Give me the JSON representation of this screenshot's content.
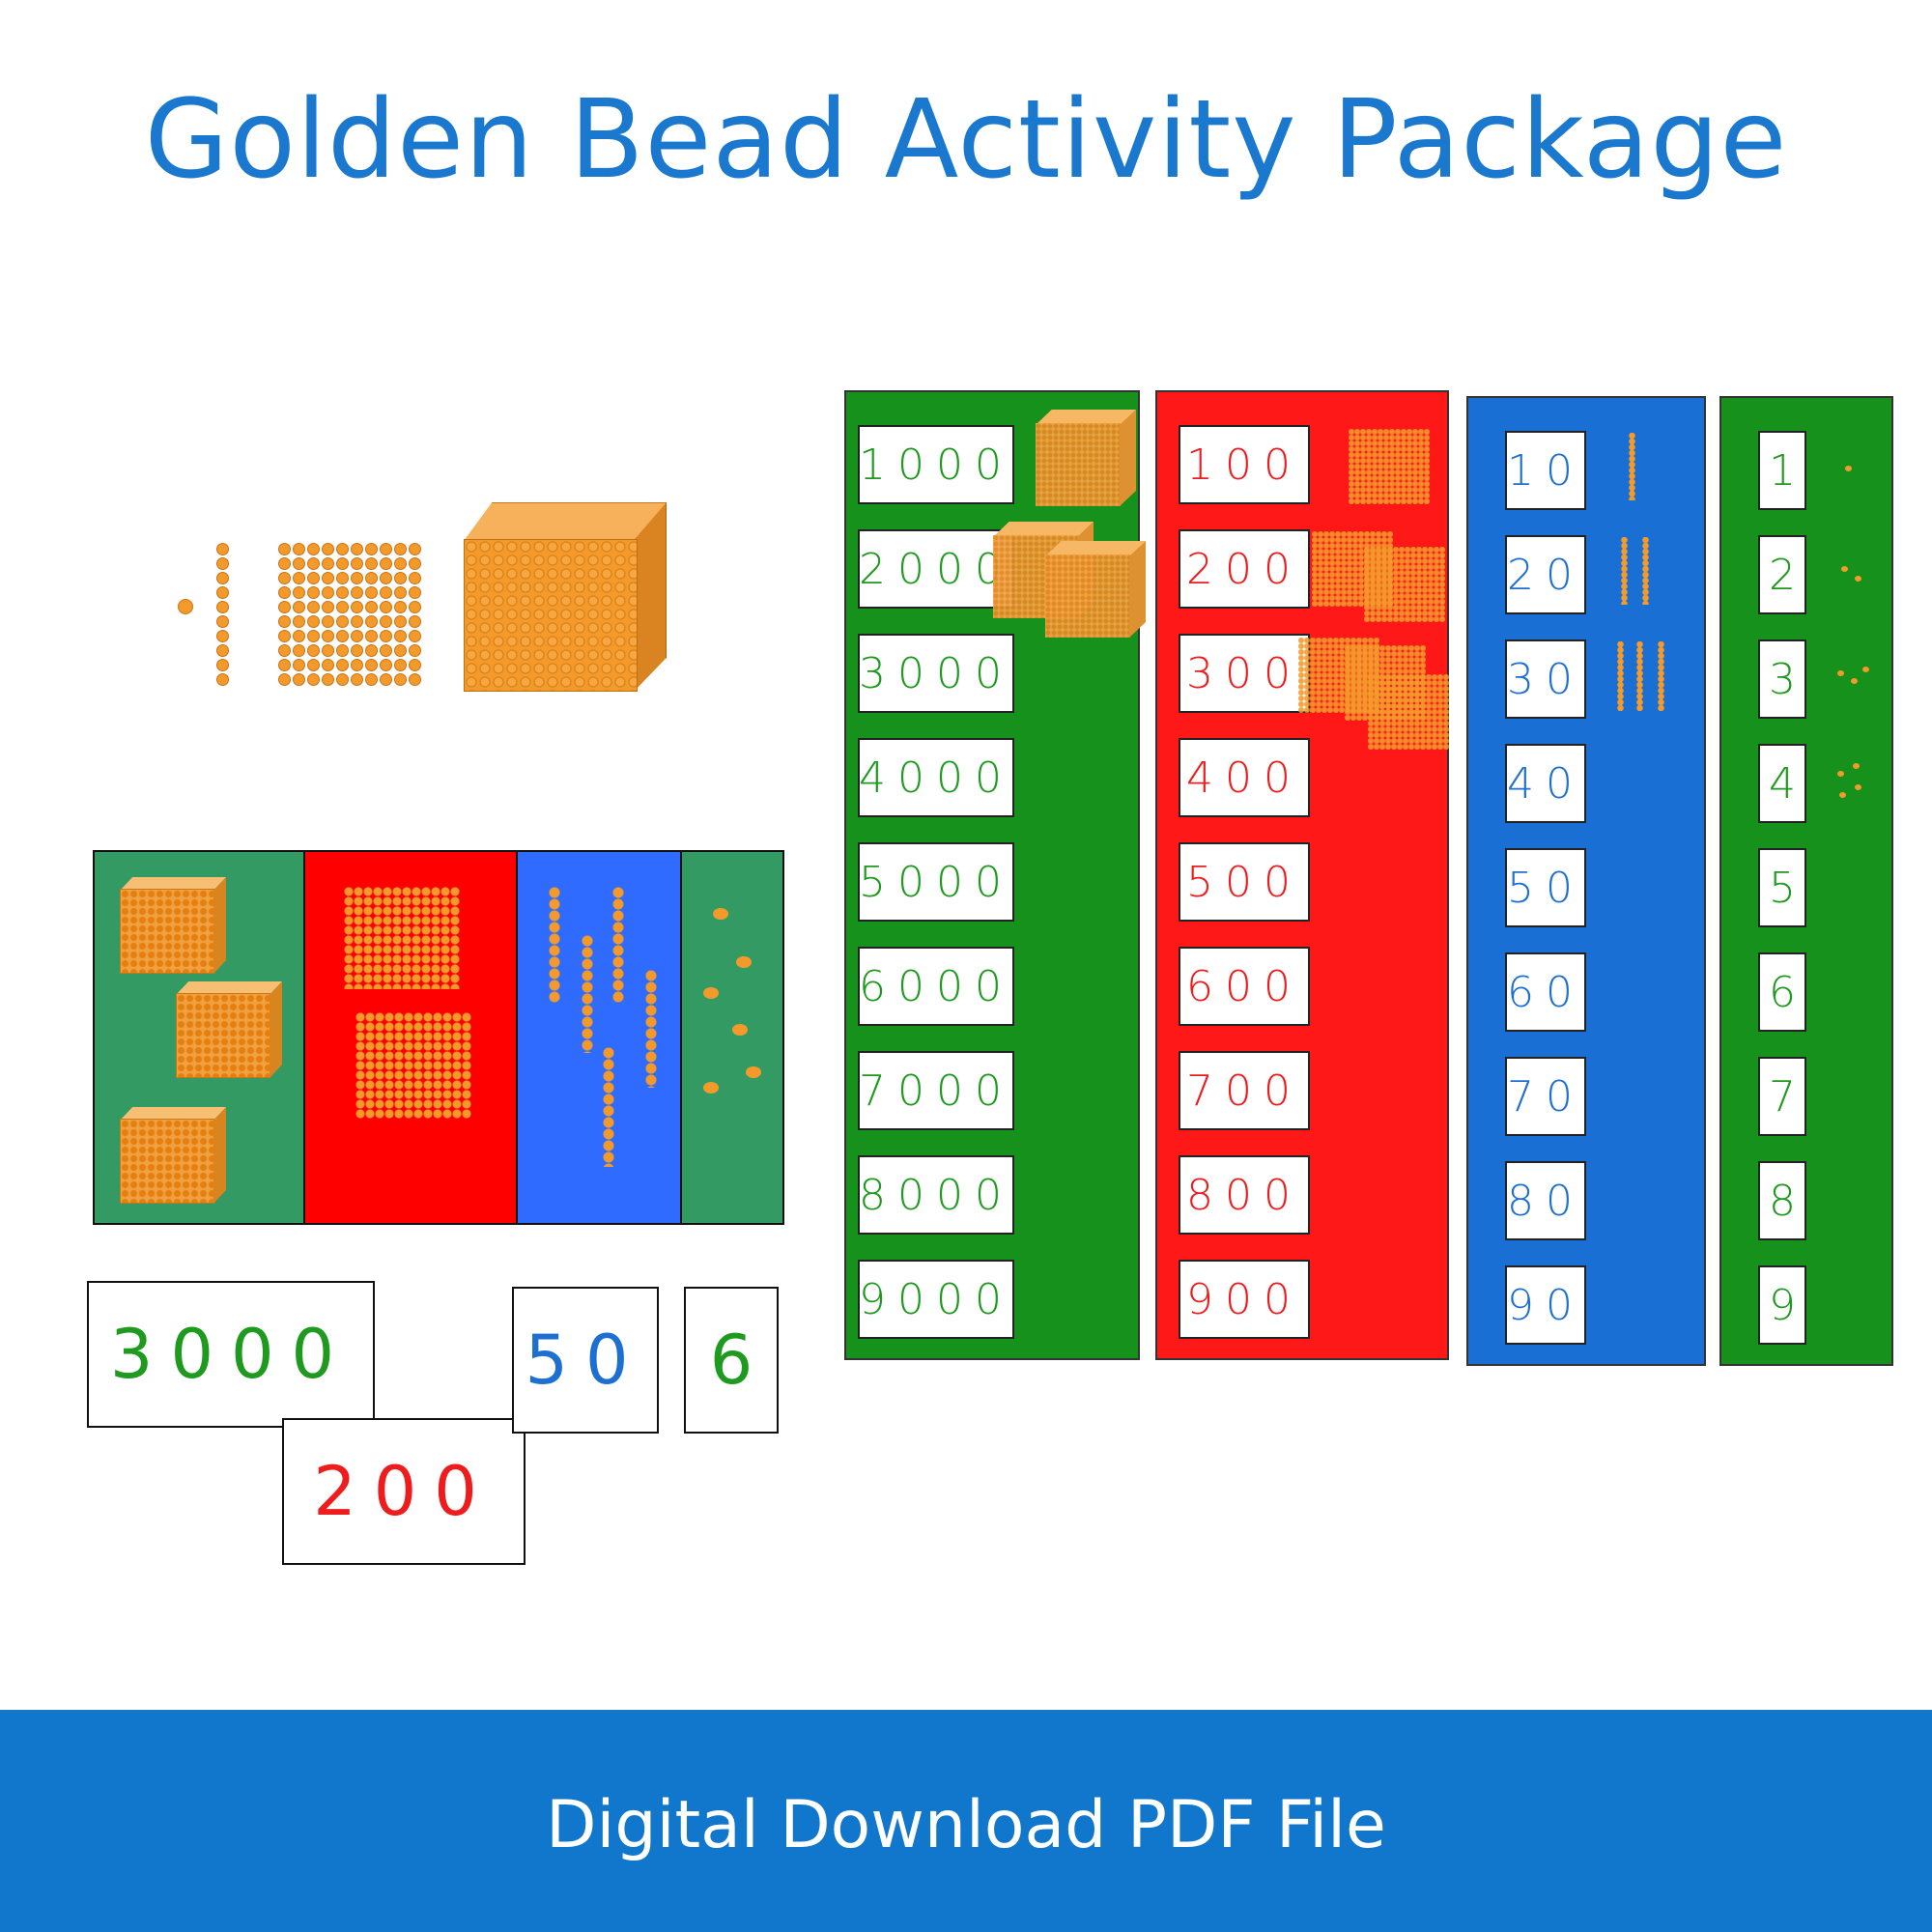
{
  "title": "Golden Bead Activity Package",
  "footer": "Digital Download PDF File",
  "colors": {
    "title": "#1b78cf",
    "footer_bg": "#1177cc",
    "thousands": "#1e9a1e",
    "hundreds": "#ee1c1c",
    "tens": "#1d6fd1",
    "units": "#1e9a1e",
    "bead": "#f39a2b"
  },
  "bead_materials": [
    "unit-bead",
    "ten-bar",
    "hundred-square",
    "thousand-cube"
  ],
  "example_cards": {
    "thousands": "3000",
    "hundreds": "200",
    "tens": "50",
    "units": "6"
  },
  "strips": {
    "thousands": [
      "1000",
      "2000",
      "3000",
      "4000",
      "5000",
      "6000",
      "7000",
      "8000",
      "9000"
    ],
    "hundreds": [
      "100",
      "200",
      "300",
      "400",
      "500",
      "600",
      "700",
      "800",
      "900"
    ],
    "tens": [
      "10",
      "20",
      "30",
      "40",
      "50",
      "60",
      "70",
      "80",
      "90"
    ],
    "units": [
      "1",
      "2",
      "3",
      "4",
      "5",
      "6",
      "7",
      "8",
      "9"
    ]
  }
}
